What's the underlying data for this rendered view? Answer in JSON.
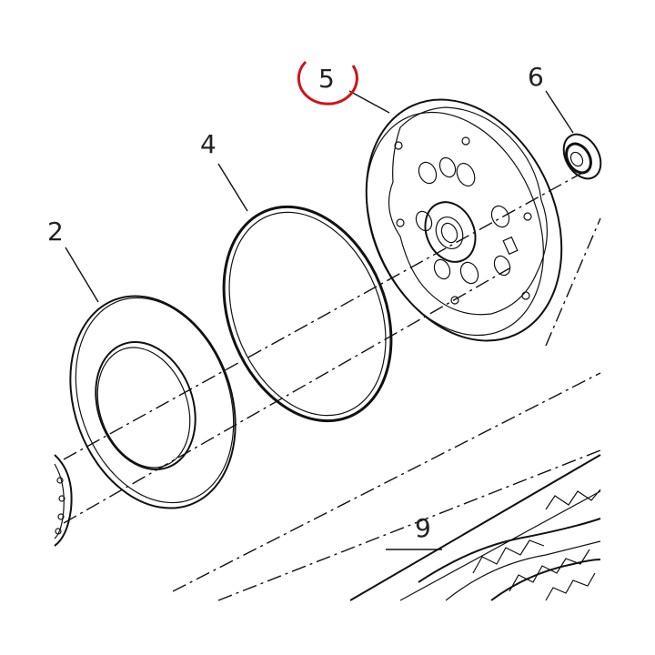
{
  "callouts": {
    "part_2": "2",
    "part_4": "4",
    "part_5": "5",
    "part_6": "6",
    "part_9": "9"
  },
  "colors": {
    "line": "#111111",
    "highlight": "#d0121b",
    "background": "#ffffff"
  }
}
